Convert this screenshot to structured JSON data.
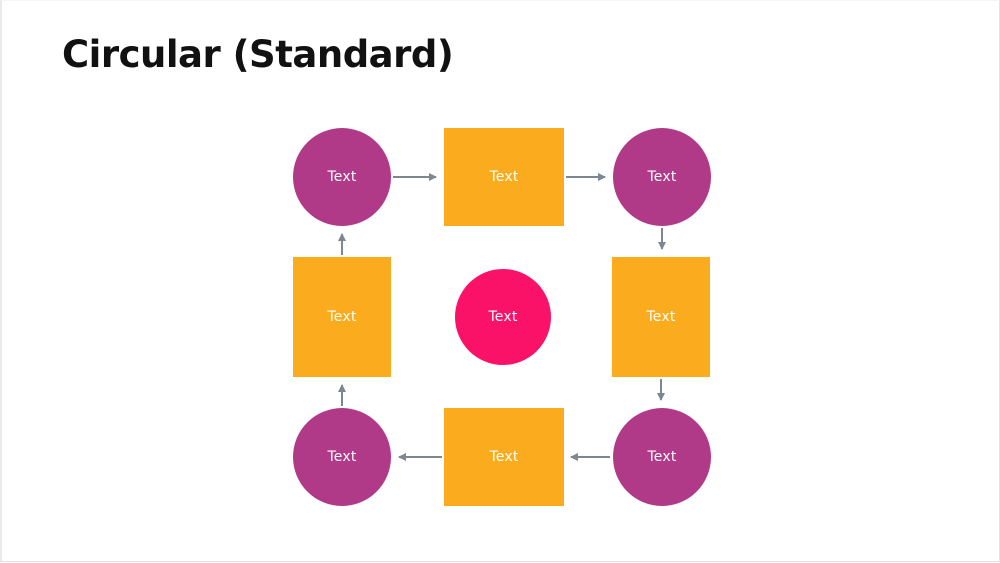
{
  "slide": {
    "title": "Circular (Standard)"
  },
  "diagram": {
    "type": "circular-flow",
    "direction": "clockwise",
    "nodes": [
      {
        "id": "top-left",
        "shape": "circle",
        "label": "Text",
        "color": "#B13A88"
      },
      {
        "id": "top",
        "shape": "rect",
        "label": "Text",
        "color": "#FAAC1E"
      },
      {
        "id": "top-right",
        "shape": "circle",
        "label": "Text",
        "color": "#B13A88"
      },
      {
        "id": "right",
        "shape": "rect",
        "label": "Text",
        "color": "#FAAC1E"
      },
      {
        "id": "bottom-right",
        "shape": "circle",
        "label": "Text",
        "color": "#B13A88"
      },
      {
        "id": "bottom",
        "shape": "rect",
        "label": "Text",
        "color": "#FAAC1E"
      },
      {
        "id": "bottom-left",
        "shape": "circle",
        "label": "Text",
        "color": "#B13A88"
      },
      {
        "id": "left",
        "shape": "rect",
        "label": "Text",
        "color": "#FAAC1E"
      }
    ],
    "center_node": {
      "id": "center",
      "shape": "circle",
      "label": "Text",
      "color": "#FA1269"
    },
    "connections": [
      {
        "from": "top-left",
        "to": "top"
      },
      {
        "from": "top",
        "to": "top-right"
      },
      {
        "from": "top-right",
        "to": "right"
      },
      {
        "from": "right",
        "to": "bottom-right"
      },
      {
        "from": "bottom-right",
        "to": "bottom"
      },
      {
        "from": "bottom",
        "to": "bottom-left"
      },
      {
        "from": "bottom-left",
        "to": "left"
      },
      {
        "from": "left",
        "to": "top-left"
      }
    ]
  },
  "colors": {
    "circle": "#B13A88",
    "rect": "#FAAC1E",
    "center": "#FA1269",
    "arrow": "#7D8791",
    "title": "#111111",
    "background": "#FFFFFF"
  }
}
